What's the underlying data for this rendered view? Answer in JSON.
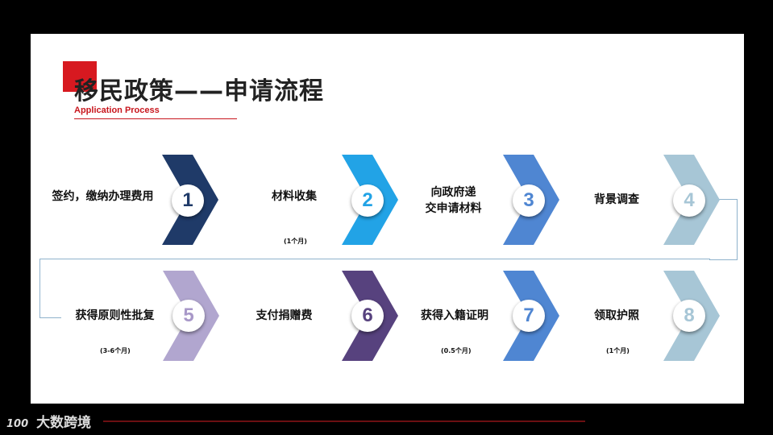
{
  "header": {
    "title": "移民政策——申请流程",
    "subtitle": "Application Process"
  },
  "footer": {
    "logo_mark": "100",
    "brand": "大数跨境"
  },
  "steps": [
    {
      "number": "1",
      "label": "签约，缴纳办理费用",
      "note": "",
      "color": "#1f3a68"
    },
    {
      "number": "2",
      "label": "材料收集",
      "note": "(1个月)",
      "color": "#22a3e6"
    },
    {
      "number": "3",
      "label": "向政府递\n交申请材料",
      "note": "",
      "color": "#4f86d2"
    },
    {
      "number": "4",
      "label": "背景调查",
      "note": "",
      "color": "#a7c6d6"
    },
    {
      "number": "5",
      "label": "获得原则性批复",
      "note": "(3-6个月)",
      "color": "#b1a6cf"
    },
    {
      "number": "6",
      "label": "支付捐赠费",
      "note": "",
      "color": "#57427e"
    },
    {
      "number": "7",
      "label": "获得入籍证明",
      "note": "(0.5个月)",
      "color": "#4f86d2"
    },
    {
      "number": "8",
      "label": "领取护照",
      "note": "(1个月)",
      "color": "#a7c6d6"
    }
  ]
}
